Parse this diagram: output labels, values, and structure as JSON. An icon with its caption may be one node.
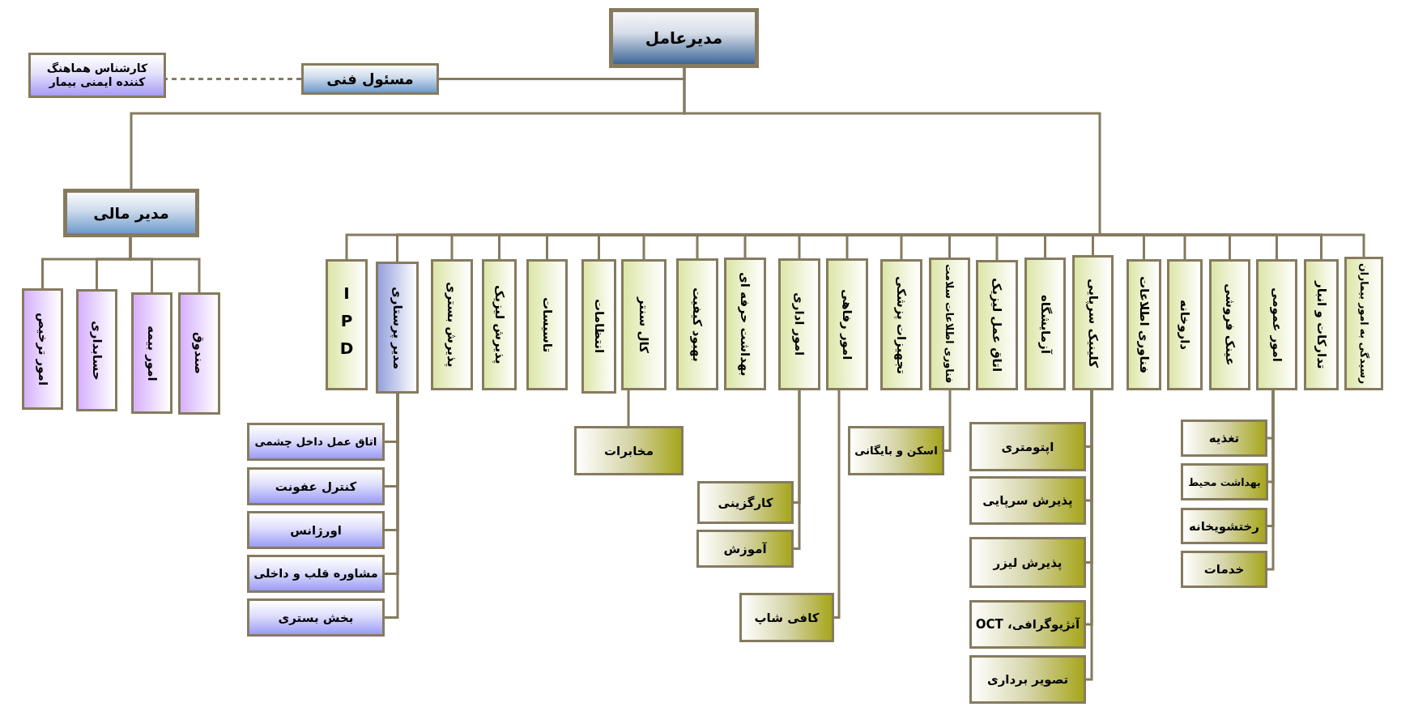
{
  "diagram": {
    "nodes": [
      {
        "text": [
          "مدیرعامل"
        ]
      },
      {
        "text": [
          "مسئول فنی"
        ]
      },
      {
        "text": [
          "کارشناس هماهنگ کننده ایمنی بیمار"
        ]
      },
      {
        "text": [
          "مدیر مالی"
        ]
      },
      {
        "text": [
          "صندوق"
        ]
      },
      {
        "text": [
          "امور بیمه"
        ]
      },
      {
        "text": [
          "حسابداری"
        ]
      },
      {
        "text": [
          "امور ترخیص"
        ]
      },
      {
        "text": [
          "رسیدگی به امور بیماران"
        ]
      },
      {
        "text": [
          "تدارکات و انبار"
        ]
      },
      {
        "text": [
          "امور عمومی"
        ]
      },
      {
        "text": [
          "عینک فروشی"
        ]
      },
      {
        "text": [
          "داروخانه"
        ]
      },
      {
        "text": [
          "فناوری اطلاعات"
        ]
      },
      {
        "text": [
          "کلینیک سرپایی"
        ]
      },
      {
        "text": [
          "آزمایشگاه"
        ]
      },
      {
        "text": [
          "اتاق عمل لیزیک"
        ]
      },
      {
        "text": [
          "فناوری اطلاعات سلامت"
        ]
      },
      {
        "text": [
          "تجهیزات پزشکی"
        ]
      },
      {
        "text": [
          "امور رفاهی"
        ]
      },
      {
        "text": [
          "امور اداری"
        ]
      },
      {
        "text": [
          "بهداشت حرفه ای"
        ]
      },
      {
        "text": [
          "بهبود کیفیت"
        ]
      },
      {
        "text": [
          "کال سنتر"
        ]
      },
      {
        "text": [
          "انتظامات"
        ]
      },
      {
        "text": [
          "تاسیسات"
        ]
      },
      {
        "text": [
          "پذیرش لیزیک"
        ]
      },
      {
        "text": [
          "پذیرش بستری"
        ]
      },
      {
        "text": [
          "مدیر پرستاری"
        ]
      },
      {
        "text": [
          "IPD"
        ]
      },
      {
        "text": [
          "تغذیه"
        ]
      },
      {
        "text": [
          "بهداشت محیط"
        ]
      },
      {
        "text": [
          "رختشویخانه"
        ]
      },
      {
        "text": [
          "خدمات"
        ]
      },
      {
        "text": [
          "اپتومتری"
        ]
      },
      {
        "text": [
          "پذیرش سرپایی"
        ]
      },
      {
        "text": [
          "پذیرش لیزر"
        ]
      },
      {
        "text": [
          "آنژیوگرافی، OCT"
        ]
      },
      {
        "text": [
          "تصویر برداری"
        ]
      },
      {
        "text": [
          "اسکن و بایگانی"
        ]
      },
      {
        "text": [
          "کافی شاپ"
        ]
      },
      {
        "text": [
          "کارگزینی"
        ]
      },
      {
        "text": [
          "آموزش"
        ]
      },
      {
        "text": [
          "مخابرات"
        ]
      },
      {
        "text": [
          "اتاق عمل داخل چشمی"
        ]
      },
      {
        "text": [
          "کنترل عفونت"
        ]
      },
      {
        "text": [
          "اورژانس"
        ]
      },
      {
        "text": [
          "مشاوره قلب و داخلی"
        ]
      },
      {
        "text": [
          "بخش بستری"
        ]
      }
    ],
    "edges": [
      {
        "from": 0,
        "to": 1,
        "arrow": "none"
      },
      {
        "from": 1,
        "to": 2,
        "arrow": "none",
        "style": "dashed"
      },
      {
        "from": 0,
        "to": 3,
        "arrow": "none"
      },
      {
        "from": 3,
        "to": 4,
        "arrow": "none"
      },
      {
        "from": 3,
        "to": 5,
        "arrow": "none"
      },
      {
        "from": 3,
        "to": 6,
        "arrow": "none"
      },
      {
        "from": 3,
        "to": 7,
        "arrow": "none"
      },
      {
        "from": 0,
        "to": 8,
        "arrow": "none"
      },
      {
        "from": 0,
        "to": 9,
        "arrow": "none"
      },
      {
        "from": 0,
        "to": 10,
        "arrow": "none"
      },
      {
        "from": 0,
        "to": 11,
        "arrow": "none"
      },
      {
        "from": 0,
        "to": 12,
        "arrow": "none"
      },
      {
        "from": 0,
        "to": 13,
        "arrow": "none"
      },
      {
        "from": 0,
        "to": 14,
        "arrow": "none"
      },
      {
        "from": 0,
        "to": 15,
        "arrow": "none"
      },
      {
        "from": 0,
        "to": 16,
        "arrow": "none"
      },
      {
        "from": 0,
        "to": 17,
        "arrow": "none"
      },
      {
        "from": 0,
        "to": 18,
        "arrow": "none"
      },
      {
        "from": 0,
        "to": 19,
        "arrow": "none"
      },
      {
        "from": 0,
        "to": 20,
        "arrow": "none"
      },
      {
        "from": 0,
        "to": 21,
        "arrow": "none"
      },
      {
        "from": 0,
        "to": 22,
        "arrow": "none"
      },
      {
        "from": 0,
        "to": 23,
        "arrow": "none"
      },
      {
        "from": 0,
        "to": 24,
        "arrow": "none"
      },
      {
        "from": 0,
        "to": 25,
        "arrow": "none"
      },
      {
        "from": 0,
        "to": 26,
        "arrow": "none"
      },
      {
        "from": 0,
        "to": 27,
        "arrow": "none"
      },
      {
        "from": 0,
        "to": 28,
        "arrow": "none"
      },
      {
        "from": 0,
        "to": 29,
        "arrow": "none"
      },
      {
        "from": 10,
        "to": 30,
        "arrow": "none"
      },
      {
        "from": 10,
        "to": 31,
        "arrow": "none"
      },
      {
        "from": 10,
        "to": 32,
        "arrow": "none"
      },
      {
        "from": 10,
        "to": 33,
        "arrow": "none"
      },
      {
        "from": 14,
        "to": 34,
        "arrow": "none"
      },
      {
        "from": 14,
        "to": 35,
        "arrow": "none"
      },
      {
        "from": 14,
        "to": 36,
        "arrow": "none"
      },
      {
        "from": 14,
        "to": 37,
        "arrow": "none"
      },
      {
        "from": 14,
        "to": 38,
        "arrow": "none"
      },
      {
        "from": 17,
        "to": 39,
        "arrow": "none"
      },
      {
        "from": 19,
        "to": 40,
        "arrow": "none"
      },
      {
        "from": 20,
        "to": 41,
        "arrow": "none"
      },
      {
        "from": 20,
        "to": 42,
        "arrow": "none"
      },
      {
        "from": 23,
        "to": 43,
        "arrow": "none"
      },
      {
        "from": 28,
        "to": 44,
        "arrow": "none"
      },
      {
        "from": 28,
        "to": 45,
        "arrow": "none"
      },
      {
        "from": 28,
        "to": 46,
        "arrow": "none"
      },
      {
        "from": 28,
        "to": 47,
        "arrow": "none"
      },
      {
        "from": 28,
        "to": 48,
        "arrow": "none"
      }
    ]
  }
}
